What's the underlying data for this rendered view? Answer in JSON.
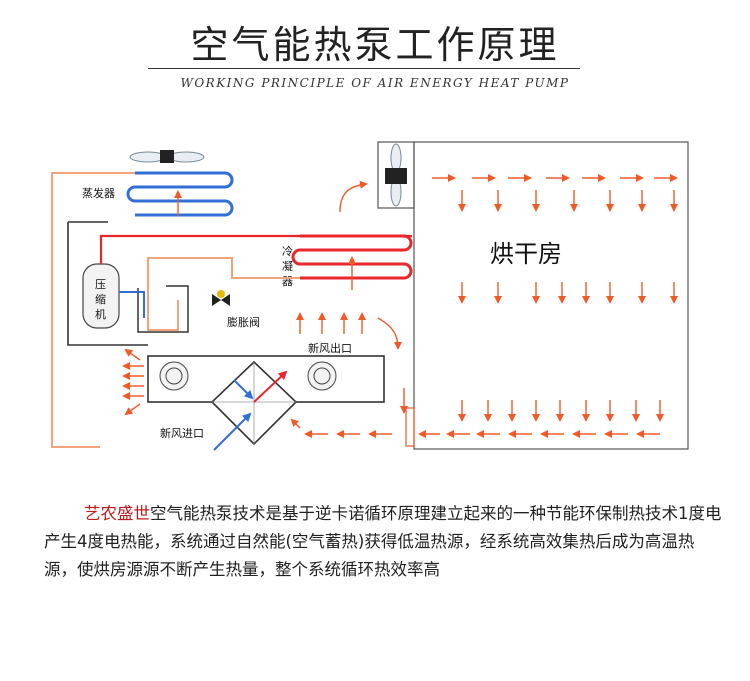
{
  "header": {
    "title": "空气能热泵工作原理",
    "subtitle": "WORKING PRINCIPLE OF AIR ENERGY HEAT PUMP"
  },
  "diagram": {
    "labels": {
      "evaporator": "蒸发器",
      "compressor": [
        "压",
        "缩",
        "机"
      ],
      "condenser": [
        "冷",
        "凝",
        "器"
      ],
      "expansion_valve": "膨胀阀",
      "drying_room": "烘干房",
      "fresh_air_outlet": "新风出口",
      "fresh_air_inlet": "新风进口"
    },
    "colors": {
      "hot_pipe": "#e8262b",
      "cold_pipe": "#2f6fd6",
      "air_arrow": "#f05a28",
      "frame": "#333333",
      "warm_loop": "#f2a37a"
    }
  },
  "description": {
    "brand": "艺农盛世",
    "text": "空气能热泵技术是基于逆卡诺循环原理建立起来的一种节能环保制热技术1度电产生4度电热能，系统通过自然能(空气蓄热)获得低温热源，经系统高效集热后成为高温热源，使烘房源源不断产生热量，整个系统循环热效率高"
  }
}
